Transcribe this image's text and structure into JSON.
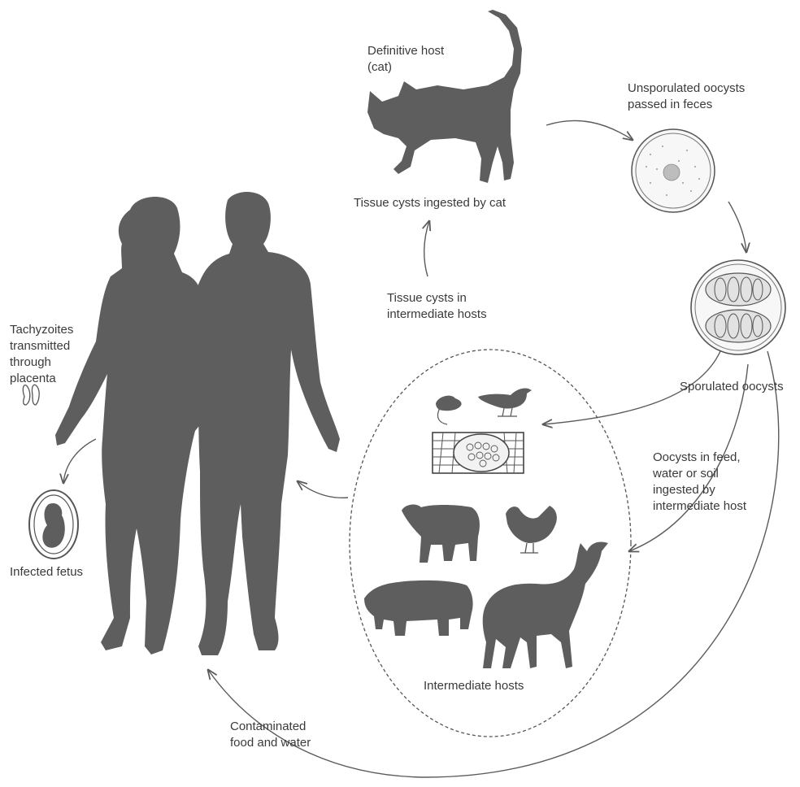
{
  "labels": {
    "definitive_host": "Definitive host\n(cat)",
    "unsporulated": "Unsporulated oocysts\npassed in feces",
    "tissue_cysts_cat": "Tissue cysts ingested by cat",
    "tissue_cysts_intermediate": "Tissue cysts in\nintermediate hosts",
    "tachyzoites": "Tachyzoites\ntransmitted\nthrough\nplacenta",
    "sporulated": "Sporulated oocysts",
    "oocysts_feed": "Oocysts in feed,\nwater or soil\ningested by\nintermediate host",
    "infected_fetus": "Infected fetus",
    "intermediate_hosts": "Intermediate hosts",
    "contaminated": "Contaminated\nfood and water"
  },
  "colors": {
    "silhouette": "#5e5e5e",
    "line": "#5b5b5b",
    "text": "#3a3a3a"
  }
}
